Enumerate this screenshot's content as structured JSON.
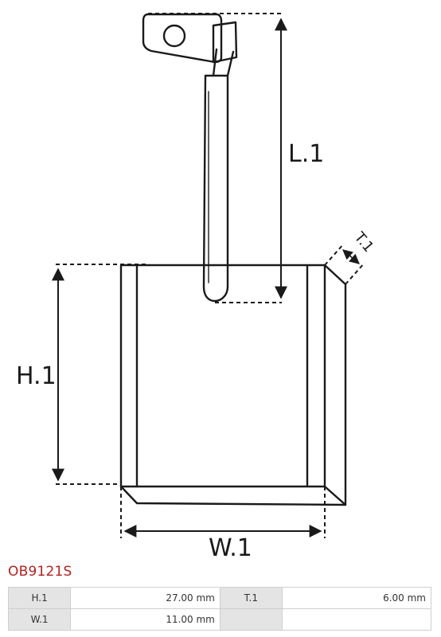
{
  "diagram": {
    "labels": {
      "length": "L.1",
      "height": "H.1",
      "width": "W.1",
      "thickness": "T.1"
    }
  },
  "product": {
    "code": "OB9121S"
  },
  "specs": {
    "rows": [
      [
        {
          "label": "H.1",
          "value": "27.00 mm"
        },
        {
          "label": "T.1",
          "value": "6.00 mm"
        }
      ],
      [
        {
          "label": "W.1",
          "value": "11.00 mm"
        },
        {
          "label": "",
          "value": ""
        }
      ]
    ]
  },
  "colors": {
    "part_code": "#b22222",
    "stroke": "#1a1a1a",
    "label_cell": "#e4e4e4"
  }
}
